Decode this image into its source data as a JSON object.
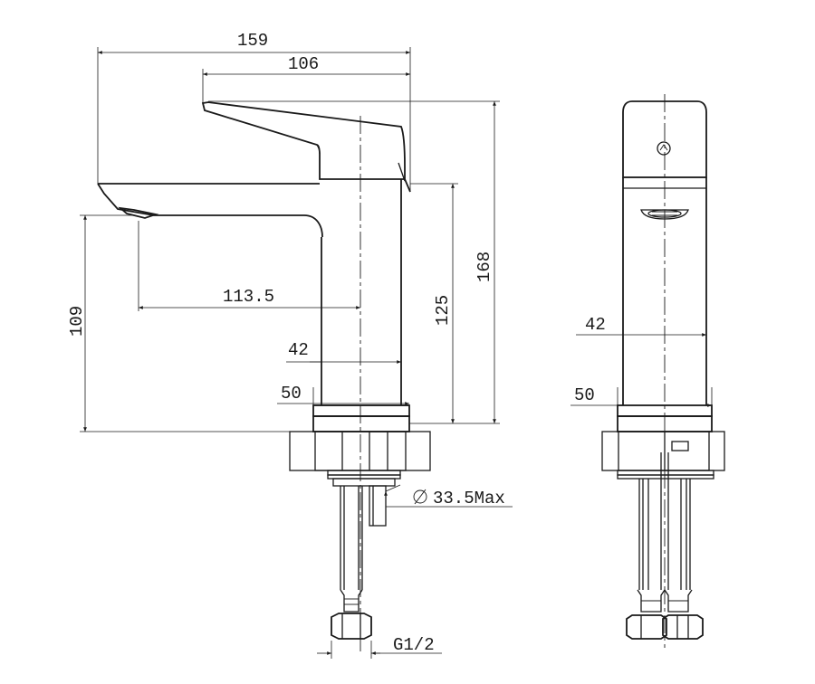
{
  "dimensions": {
    "overall_length": "159",
    "handle_length": "106",
    "total_height": "168",
    "body_height": "125",
    "spout_height": "109",
    "spout_reach": "113.5",
    "body_diameter": "42",
    "base_diameter": "50",
    "hole_diameter": "33.5Max",
    "thread": "G1/2"
  },
  "views": [
    "side-view",
    "front-view"
  ]
}
